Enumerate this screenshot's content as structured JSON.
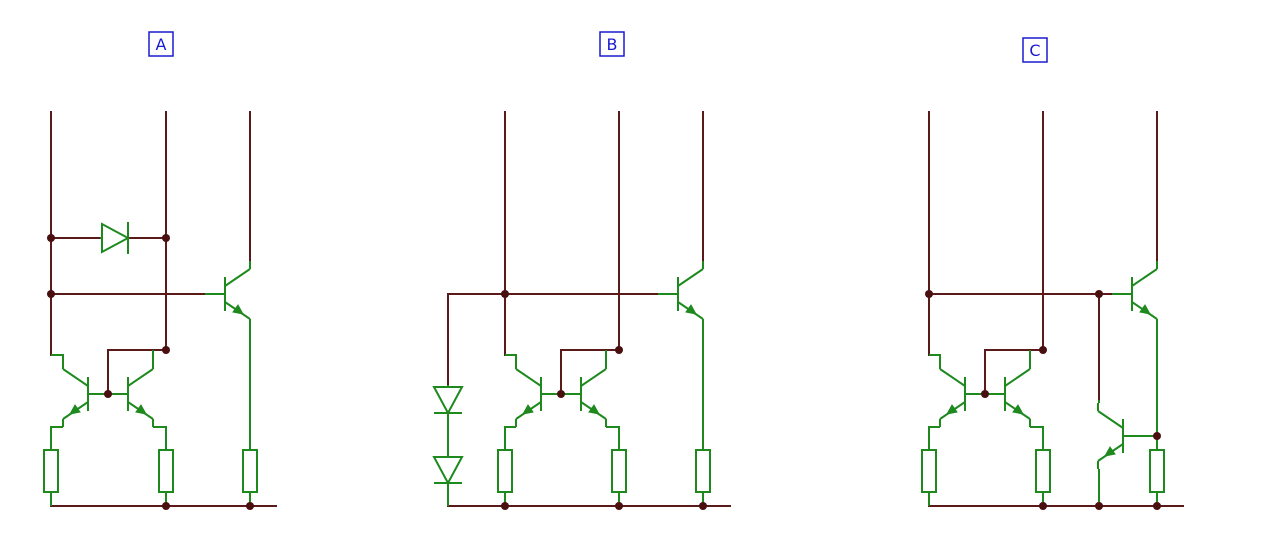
{
  "labels": [
    "A",
    "B",
    "C"
  ],
  "colors": {
    "wire": "#5a1a1a",
    "component": "#1e8a1e",
    "junction": "#4a1010",
    "label": "#1a1ad0"
  }
}
